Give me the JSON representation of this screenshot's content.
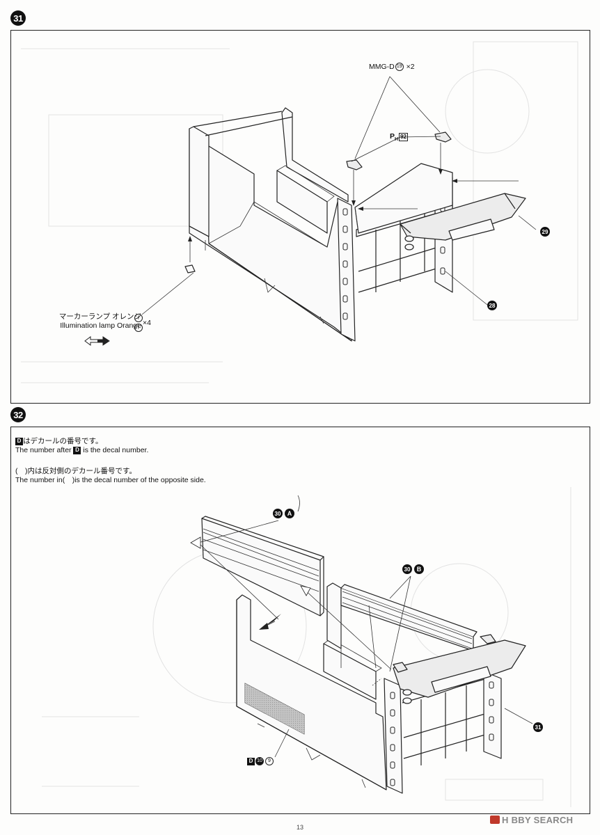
{
  "page_number": "13",
  "watermark": "H BBY SEARCH",
  "step31": {
    "number": "31",
    "mmg_label": "MMG-D",
    "mmg_part": "19",
    "mmg_qty": "×2",
    "ph_prefix": "P",
    "ph_sub": "H",
    "ph_part": "92",
    "lamp_label_jp": "マーカーランプ オレンジ",
    "lamp_label_en": "Illumination lamp Orange",
    "lamp_part": "f",
    "lamp_qty": "×4",
    "callout_29": "29",
    "callout_28": "28"
  },
  "step32": {
    "number": "32",
    "note1_jp_suffix": "はデカールの番号です。",
    "note1_en_prefix": "The number after",
    "note1_en_suffix": "is the decal number.",
    "note2_jp": "(　)内は反対側のデカール番号です。",
    "note2_en": "The number in(　)is the decal number of the opposite side.",
    "decal_letter": "D",
    "callout_30": "30",
    "label_A": "A",
    "label_B": "B",
    "callout_31": "31",
    "decal_num": "10",
    "decal_opp": "9"
  }
}
